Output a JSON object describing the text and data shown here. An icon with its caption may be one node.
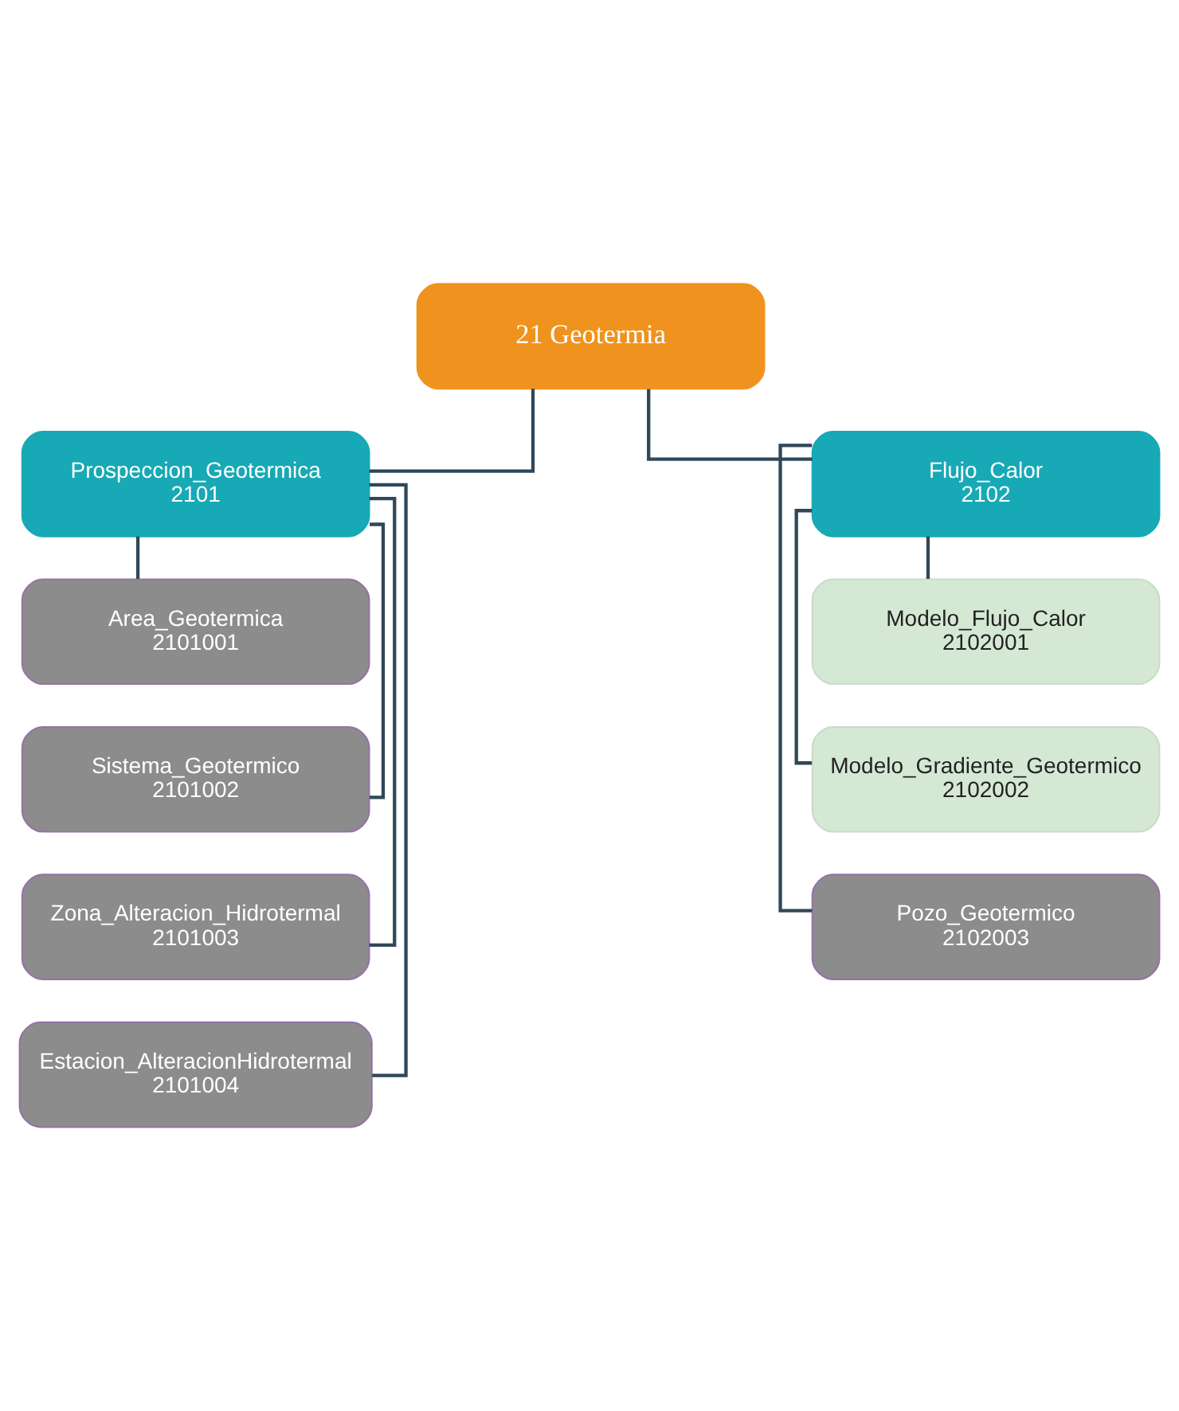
{
  "diagram": {
    "nodes": [
      {
        "text": [
          "21 Geotermia"
        ]
      },
      {
        "text": [
          "Prospeccion_Geotermica",
          "2101"
        ]
      },
      {
        "text": [
          "Flujo_Calor",
          "2102"
        ]
      },
      {
        "text": [
          "Area_Geotermica",
          "2101001"
        ]
      },
      {
        "text": [
          "Sistema_Geotermico",
          "2101002"
        ]
      },
      {
        "text": [
          "Zona_Alteracion_Hidrotermal",
          "2101003"
        ]
      },
      {
        "text": [
          "Estacion_AlteracionHidrotermal",
          "2101004"
        ]
      },
      {
        "text": [
          "Modelo_Flujo_Calor",
          "2102001"
        ]
      },
      {
        "text": [
          "Modelo_Gradiente_Geotermico",
          "2102002"
        ]
      },
      {
        "text": [
          "Pozo_Geotermico",
          "2102003"
        ]
      }
    ],
    "edges": [
      {
        "from": 0,
        "to": 1,
        "arrow": "none"
      },
      {
        "from": 0,
        "to": 2,
        "arrow": "none"
      },
      {
        "from": 1,
        "to": 3,
        "arrow": "none"
      },
      {
        "from": 1,
        "to": 4,
        "arrow": "none"
      },
      {
        "from": 1,
        "to": 5,
        "arrow": "none"
      },
      {
        "from": 1,
        "to": 6,
        "arrow": "none"
      },
      {
        "from": 2,
        "to": 7,
        "arrow": "none"
      },
      {
        "from": 2,
        "to": 8,
        "arrow": "none"
      },
      {
        "from": 2,
        "to": 9,
        "arrow": "none"
      }
    ]
  }
}
